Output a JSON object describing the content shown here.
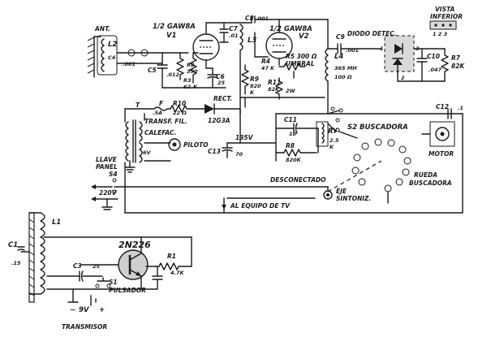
{
  "labels": {
    "ant": "ANT.",
    "l2": "L2",
    "c4": "C4",
    "c4_val": ".001",
    "v1_type": "1/2 GAW8A",
    "v1": "V1",
    "c7": "C7",
    "c7_val": ".01",
    "c8": "C8",
    "c8_val": ".001",
    "l3": "L3",
    "v2_type": "1/2 GAW8A",
    "v2": "V2",
    "c5": "C5",
    "c5_val": ".012",
    "r2": "R2",
    "r2_val": "390",
    "r3": "R3",
    "r3_val": "62",
    "r3_unit": "K",
    "c6": "C6",
    "c6_val": "25",
    "r4": "R4",
    "r4_val": "47",
    "r4_unit": "K",
    "r9": "R9",
    "r9_val": "820",
    "r9_unit": "K",
    "r5": "R5 300 Ω",
    "umbral": "UMBRAL",
    "r11": "R11",
    "r11_val": "82K",
    "r11_w": "2W",
    "l4": "L4",
    "l4_val": "365 MH",
    "l4_ohm": "100 Ω",
    "c9": "C9",
    "c9_val": ".001",
    "diodo": "DIODO DETEC.",
    "vista": "VISTA",
    "inferior": "INFERIOR",
    "pins": "1 2 3",
    "pin1": "1",
    "pin2": "2",
    "pin3": "3",
    "c10": "C10",
    "c10_val": ".047",
    "r7": "R7",
    "r7_val": "82K",
    "t": "T",
    "f": "F",
    "f_val": ".5A",
    "r10": "R10",
    "r10_val": "22 Ω",
    "rect": "RECT.",
    "rect_val": "12G3A",
    "transf": "TRANSF. FIL.",
    "calefac": "CALEFAC.",
    "v6": "6V",
    "piloto": "PILOTO",
    "v135": "135V",
    "c13": "C13",
    "c13_val": "70",
    "c11": "C11",
    "c11_val": "10",
    "r8": "R8",
    "r8_val": "820K",
    "s2": "S2 BUSCADORA",
    "ry": "RY",
    "ry_val": "2.5",
    "ry_unit": "K",
    "c12": "C12",
    "c12_val": ".1",
    "motor": "MOTOR",
    "llave": "LLAVE",
    "panel": "PANEL",
    "s4": "S4",
    "v220": "220V",
    "desconectado": "DESCONECTADO",
    "eje": "EJE",
    "sintoniz": "SINTONIZ.",
    "rueda": "RUEDA",
    "buscadora": "BUSCADORA",
    "al_equipo": "AL EQUIPO DE TV",
    "l1": "L1",
    "c1": "C1",
    "c1_val": ".15",
    "transistor": "2N226",
    "r1": "R1",
    "r1_val": "4.7K",
    "c3": "C3",
    "c3_val": "25",
    "s1": "S1",
    "pulsador": "PULSADOR",
    "minus": "−",
    "v9": "9V",
    "plus": "+",
    "transmisor": "TRANSMISOR"
  }
}
